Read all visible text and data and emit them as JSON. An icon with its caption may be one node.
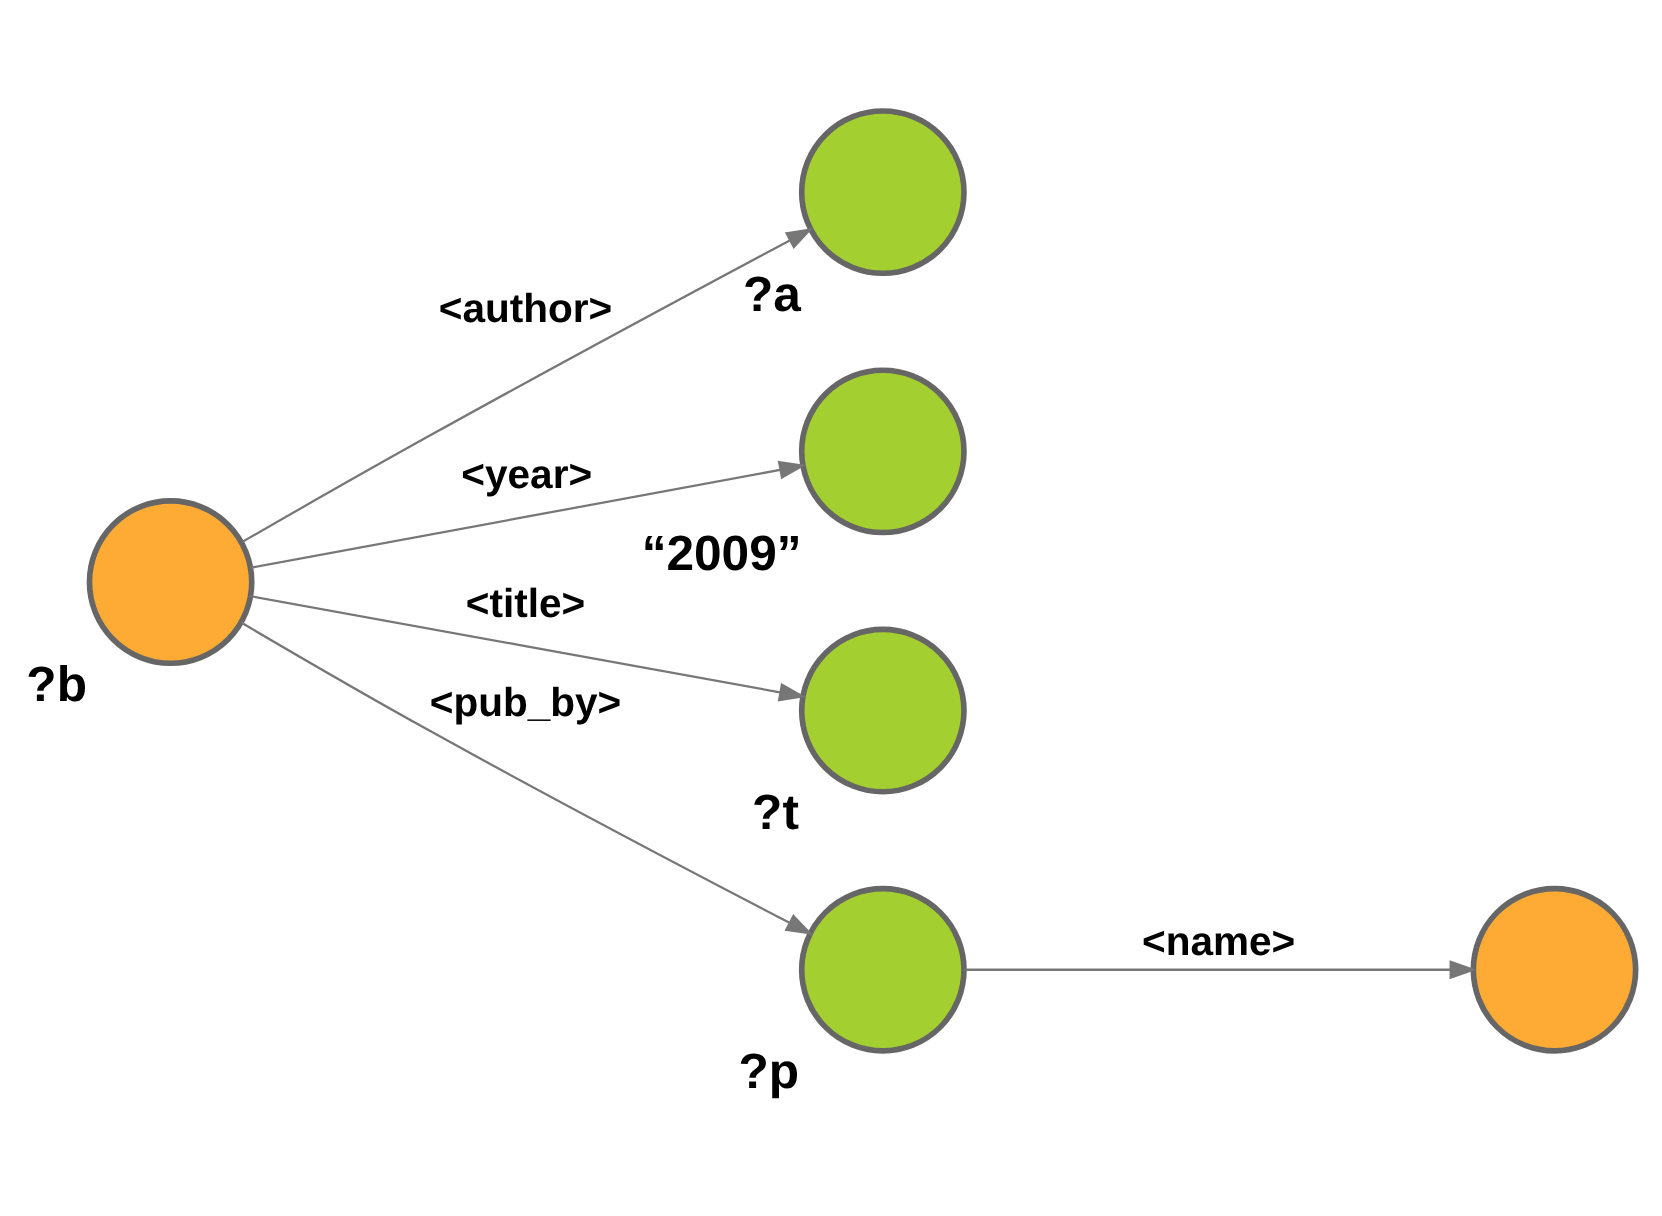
{
  "diagram": {
    "nodes": [
      {
        "text": [],
        "shape": "circle",
        "beside": [
          "?a"
        ]
      },
      {
        "text": [],
        "shape": "circle",
        "beside": [
          "“2009”"
        ]
      },
      {
        "text": [],
        "shape": "circle",
        "beside": [
          "?b"
        ]
      },
      {
        "text": [],
        "shape": "circle",
        "beside": [
          "?t"
        ]
      },
      {
        "text": [],
        "shape": "circle",
        "beside": [
          "?p"
        ]
      },
      {
        "text": [],
        "shape": "circle"
      }
    ],
    "edges": [
      {
        "from": 2,
        "to": 0,
        "arrow": "to",
        "label": "<author>"
      },
      {
        "from": 2,
        "to": 1,
        "arrow": "to",
        "label": "<year>"
      },
      {
        "from": 2,
        "to": 3,
        "arrow": "to",
        "label": "<title>"
      },
      {
        "from": 2,
        "to": 4,
        "arrow": "to",
        "label": "<pub_by>"
      },
      {
        "from": 4,
        "to": 5,
        "arrow": "to",
        "label": "<name>"
      }
    ]
  }
}
